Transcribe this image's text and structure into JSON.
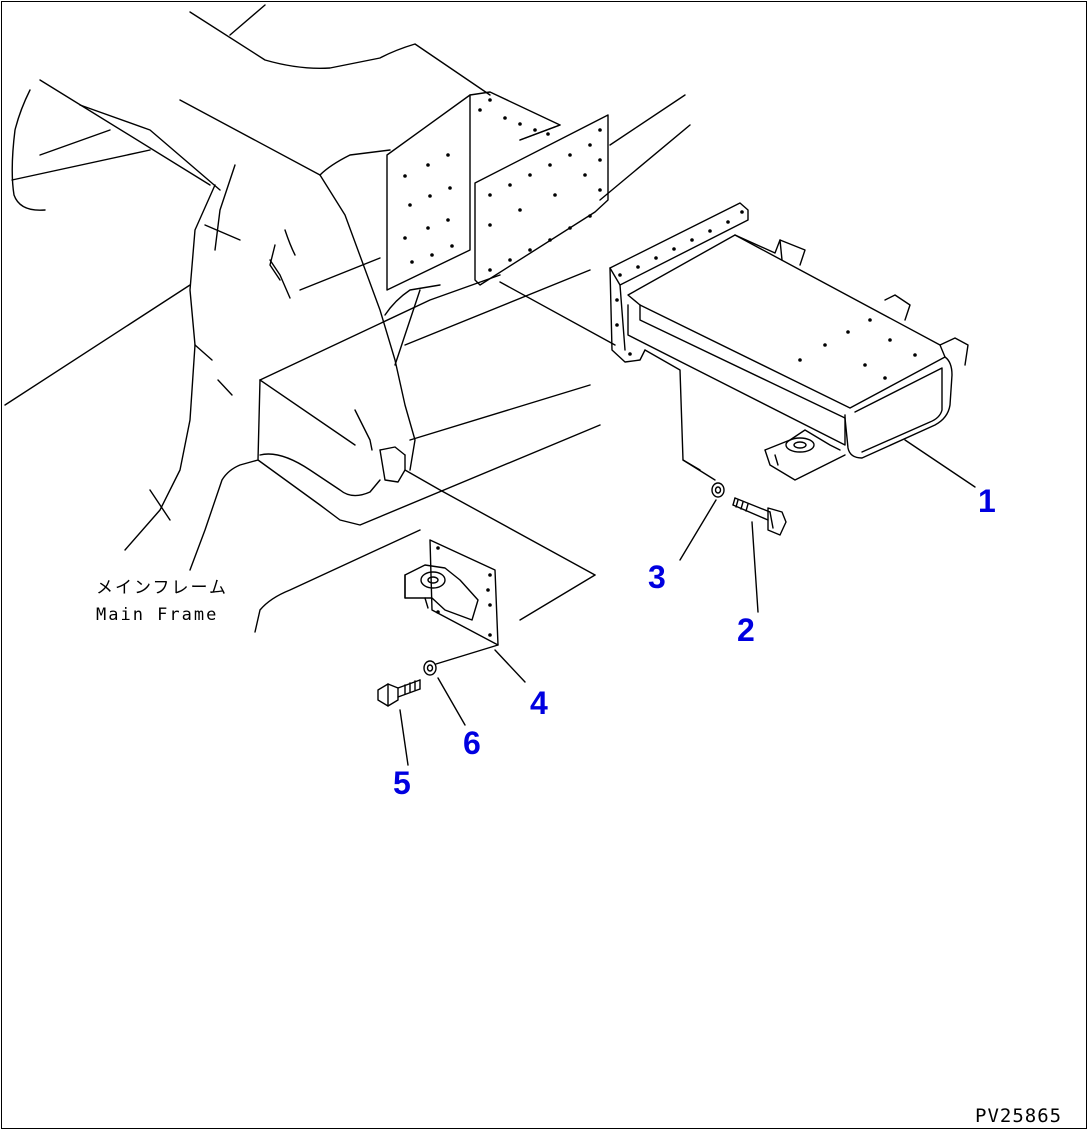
{
  "drawing": {
    "frame_label_jp": "メインフレーム",
    "frame_label_en": "Main Frame",
    "drawing_code": "PV25865"
  },
  "callouts": [
    {
      "id": "1",
      "text": "1"
    },
    {
      "id": "2",
      "text": "2"
    },
    {
      "id": "3",
      "text": "3"
    },
    {
      "id": "4",
      "text": "4"
    },
    {
      "id": "5",
      "text": "5"
    },
    {
      "id": "6",
      "text": "6"
    }
  ],
  "colors": {
    "callout": "#0000e0",
    "line": "#000000",
    "background": "#ffffff"
  }
}
